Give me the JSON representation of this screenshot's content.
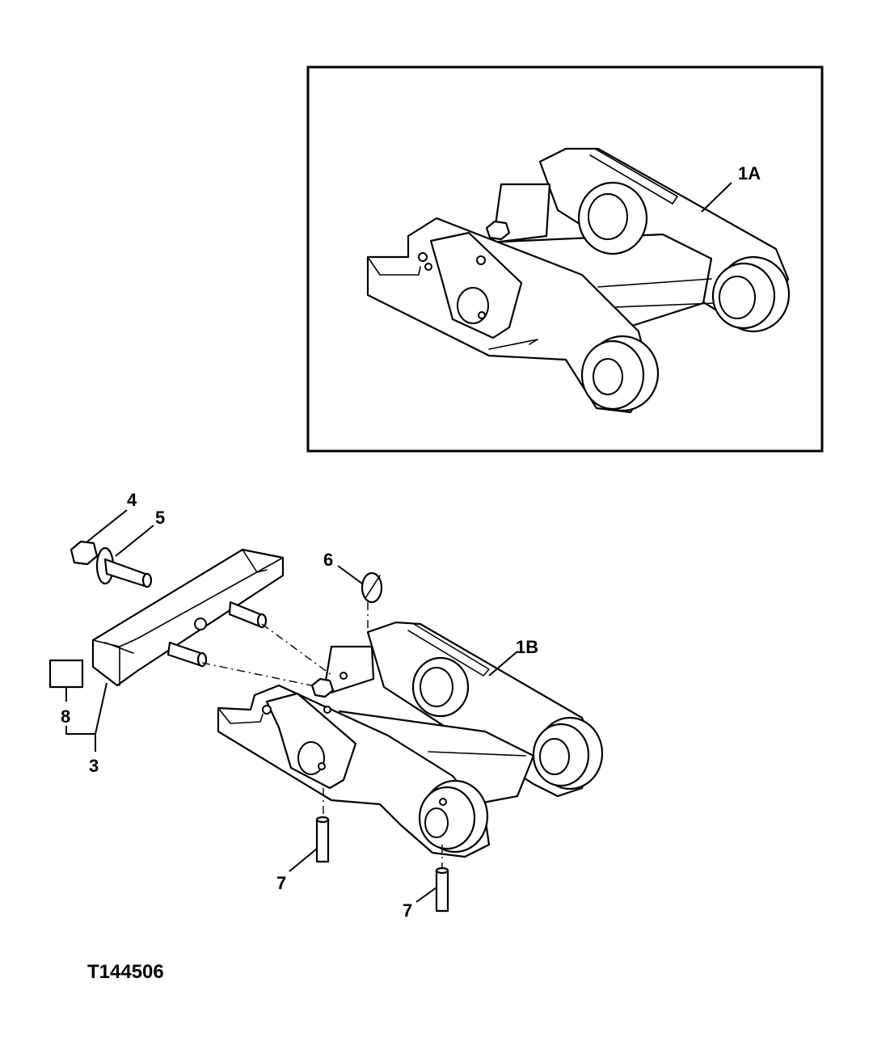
{
  "figure_id": "T144506",
  "callouts": {
    "c_1a": "1A",
    "c_1b": "1B",
    "c_3": "3",
    "c_4": "4",
    "c_5": "5",
    "c_6": "6",
    "c_7a": "7",
    "c_7b": "7",
    "c_8": "8"
  },
  "colors": {
    "line": "#000000",
    "background": "#ffffff"
  }
}
